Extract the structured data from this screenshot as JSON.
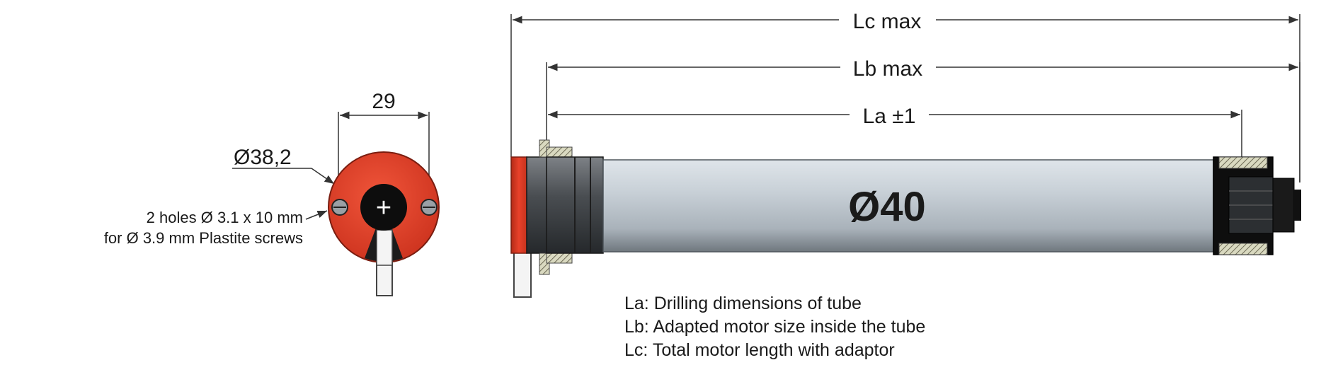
{
  "end_view": {
    "width_label": "29",
    "diameter_label": "Ø38,2",
    "holes_line1": "2 holes Ø 3.1 x 10 mm",
    "holes_line2": "for Ø 3.9 mm Plastite screws",
    "center_mark": "+"
  },
  "side_view": {
    "lc_label": "Lc max",
    "lb_label": "Lb max",
    "la_label": "La ±1",
    "tube_diameter_label": "Ø40"
  },
  "legend": [
    "La: Drilling dimensions of tube",
    "Lb: Adapted motor size inside the tube",
    "Lc: Total motor length with adaptor"
  ],
  "colors": {
    "head_red": "#e8412a",
    "tube": "#c4ccd3",
    "dark_metal": "#3a3d40",
    "lines": "#333333"
  }
}
